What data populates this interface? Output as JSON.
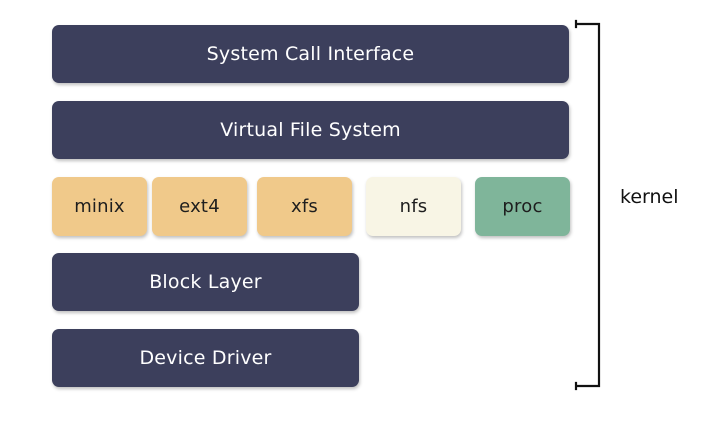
{
  "colors": {
    "dark_block": "#3c3f5c",
    "local_fs": "#f0c98a",
    "network_fs": "#f8f5e5",
    "pseudo_fs": "#7fb59a",
    "bracket": "#111111"
  },
  "layers": {
    "syscall": "System Call Interface",
    "vfs": "Virtual File System",
    "block_layer": "Block Layer",
    "device_driver": "Device Driver"
  },
  "filesystems": {
    "minix": "minix",
    "ext4": "ext4",
    "xfs": "xfs",
    "nfs": "nfs",
    "proc": "proc"
  },
  "bracket_label": "kernel"
}
